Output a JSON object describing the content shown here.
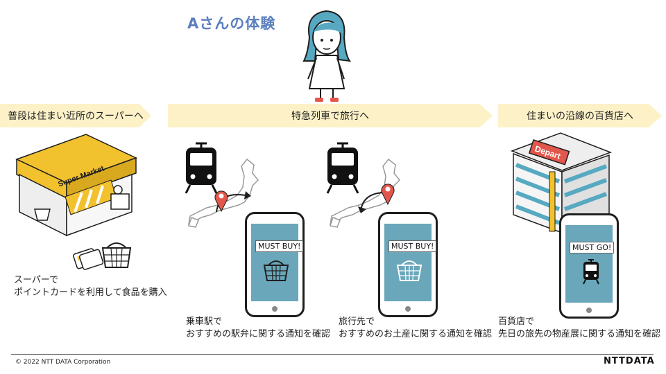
{
  "title": "Aさんの体験",
  "banners": {
    "b1": "普段は住まい近所のスーパーへ",
    "b2": "特急列車で旅行へ",
    "b3": "住まいの沿線の百貨店へ"
  },
  "store_signs": {
    "supermarket": "Super Market",
    "depart": "Depart"
  },
  "phones": {
    "p1_tag": "MUST BUY!",
    "p2_tag": "MUST BUY!",
    "p3_tag": "MUST GO!"
  },
  "captions": {
    "c1_line1": "スーパーで",
    "c1_line2": "ポイントカードを利用して食品を購入",
    "c2_line1": "乗車駅で",
    "c2_line2": "おすすめの駅弁に関する通知を確認",
    "c3_line1": "旅行先で",
    "c3_line2": "おすすめのお土産に関する通知を確認",
    "c4_line1": "百貨店で",
    "c4_line2": "先日の旅先の物産展に関する通知を確認"
  },
  "footer": {
    "copyright": "© 2022 NTT DATA Corporation",
    "logo": "NTTDATA"
  },
  "colors": {
    "title": "#5b7fbf",
    "banner": "#fdf1c8",
    "screen": "#6aa7ba",
    "pin": "#e2574c",
    "awning": "#f2c12e"
  }
}
